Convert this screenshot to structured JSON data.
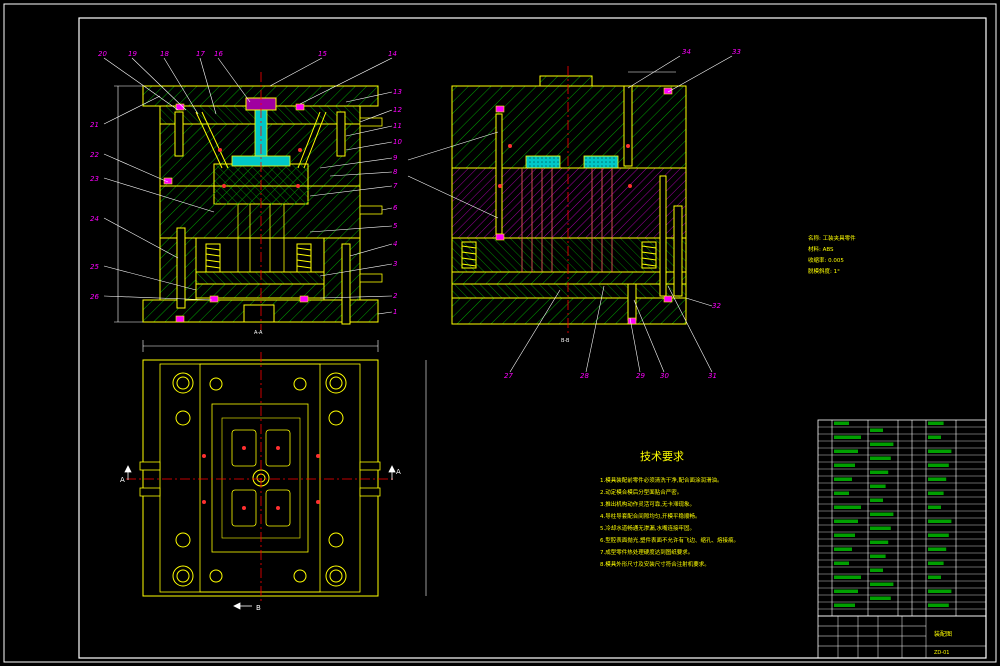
{
  "colors": {
    "background": "#000000",
    "frame": "#ffffff",
    "outline": "#ffff00",
    "hatch": "#00a000",
    "hatch_alt": "#a000a0",
    "leader": "#ffffff",
    "label": "#ff00ff",
    "center": "#ff0000",
    "cooling": "#00ffff",
    "note": "#ffff00"
  },
  "front_view": {
    "part_numbers_top": [
      "20",
      "19",
      "18",
      "17",
      "16",
      "15",
      "14"
    ],
    "part_numbers_left": [
      "21",
      "22",
      "23",
      "24",
      "25",
      "26"
    ],
    "part_numbers_right": [
      "13",
      "12",
      "11",
      "10",
      "9",
      "8",
      "7",
      "6",
      "5",
      "4",
      "3",
      "2",
      "1"
    ],
    "section_mark": "A-A"
  },
  "side_view": {
    "part_numbers_top": [
      "34",
      "33"
    ],
    "part_numbers_bottom": [
      "27",
      "28",
      "29",
      "30",
      "31",
      "32"
    ],
    "section_mark": "B-B"
  },
  "plan_view": {
    "section_label_left": "A",
    "section_label_right": "A",
    "section_label_bottom": "B"
  },
  "material_notes": [
    "名称: 工装夹具零件",
    "材料: ABS",
    "收缩率: 0.005",
    "脱模斜度: 1°"
  ],
  "tech_requirements": {
    "title": "技术要求",
    "items": [
      "1.模具装配前零件必须清洗干净,配合面涂润滑油。",
      "2.动定模合模后分型面贴合严密。",
      "3.推出机构动作灵活可靠,无卡滞现象。",
      "4.导柱导套配合间隙均匀,开模平稳顺畅。",
      "5.冷却水道畅通无渗漏,水嘴连接牢固。",
      "6.型腔表面抛光,塑件表面不允许有飞边、缩孔、熔接痕。",
      "7.成型零件热处理硬度达到图纸要求。",
      "8.模具外形尺寸及安装尺寸符合注射机要求。"
    ]
  },
  "title_block": {
    "drawing_name": "装配图",
    "drawing_number": "ZD-01"
  }
}
